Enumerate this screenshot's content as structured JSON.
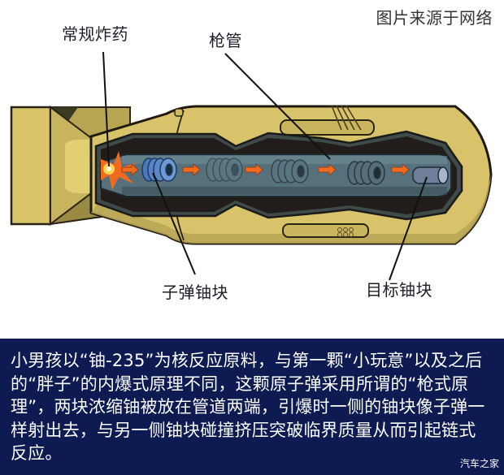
{
  "credit": "图片来源于网络",
  "labels": {
    "conventional_explosive": "常规炸药",
    "gun_barrel": "枪管",
    "bullet_uranium": "子弹铀块",
    "target_uranium": "目标铀块"
  },
  "caption": {
    "text": "小男孩以“铀-235”为核反应原料，与第一颗“小玩意”以及之后的“胖子”的内爆式原理不同，这颗原子弹采用所谓的“枪式原理”，两块浓缩铀被放在管道两端，引爆时一侧的铀块像子弹一样射出去，与另一侧铀块碰撞挤压突破临界质量从而引起链式反应。",
    "background_color": "#0e1a52"
  },
  "watermark": "汽车之家",
  "colors": {
    "casing": "#d8c36a",
    "casing_dark": "#a8974a",
    "barrel": "#4f6470",
    "cavity": "#231d1c",
    "uranium_bullet": "#5d8ac6",
    "arrow": "#f26a1e",
    "explosion": "#f7941d"
  }
}
